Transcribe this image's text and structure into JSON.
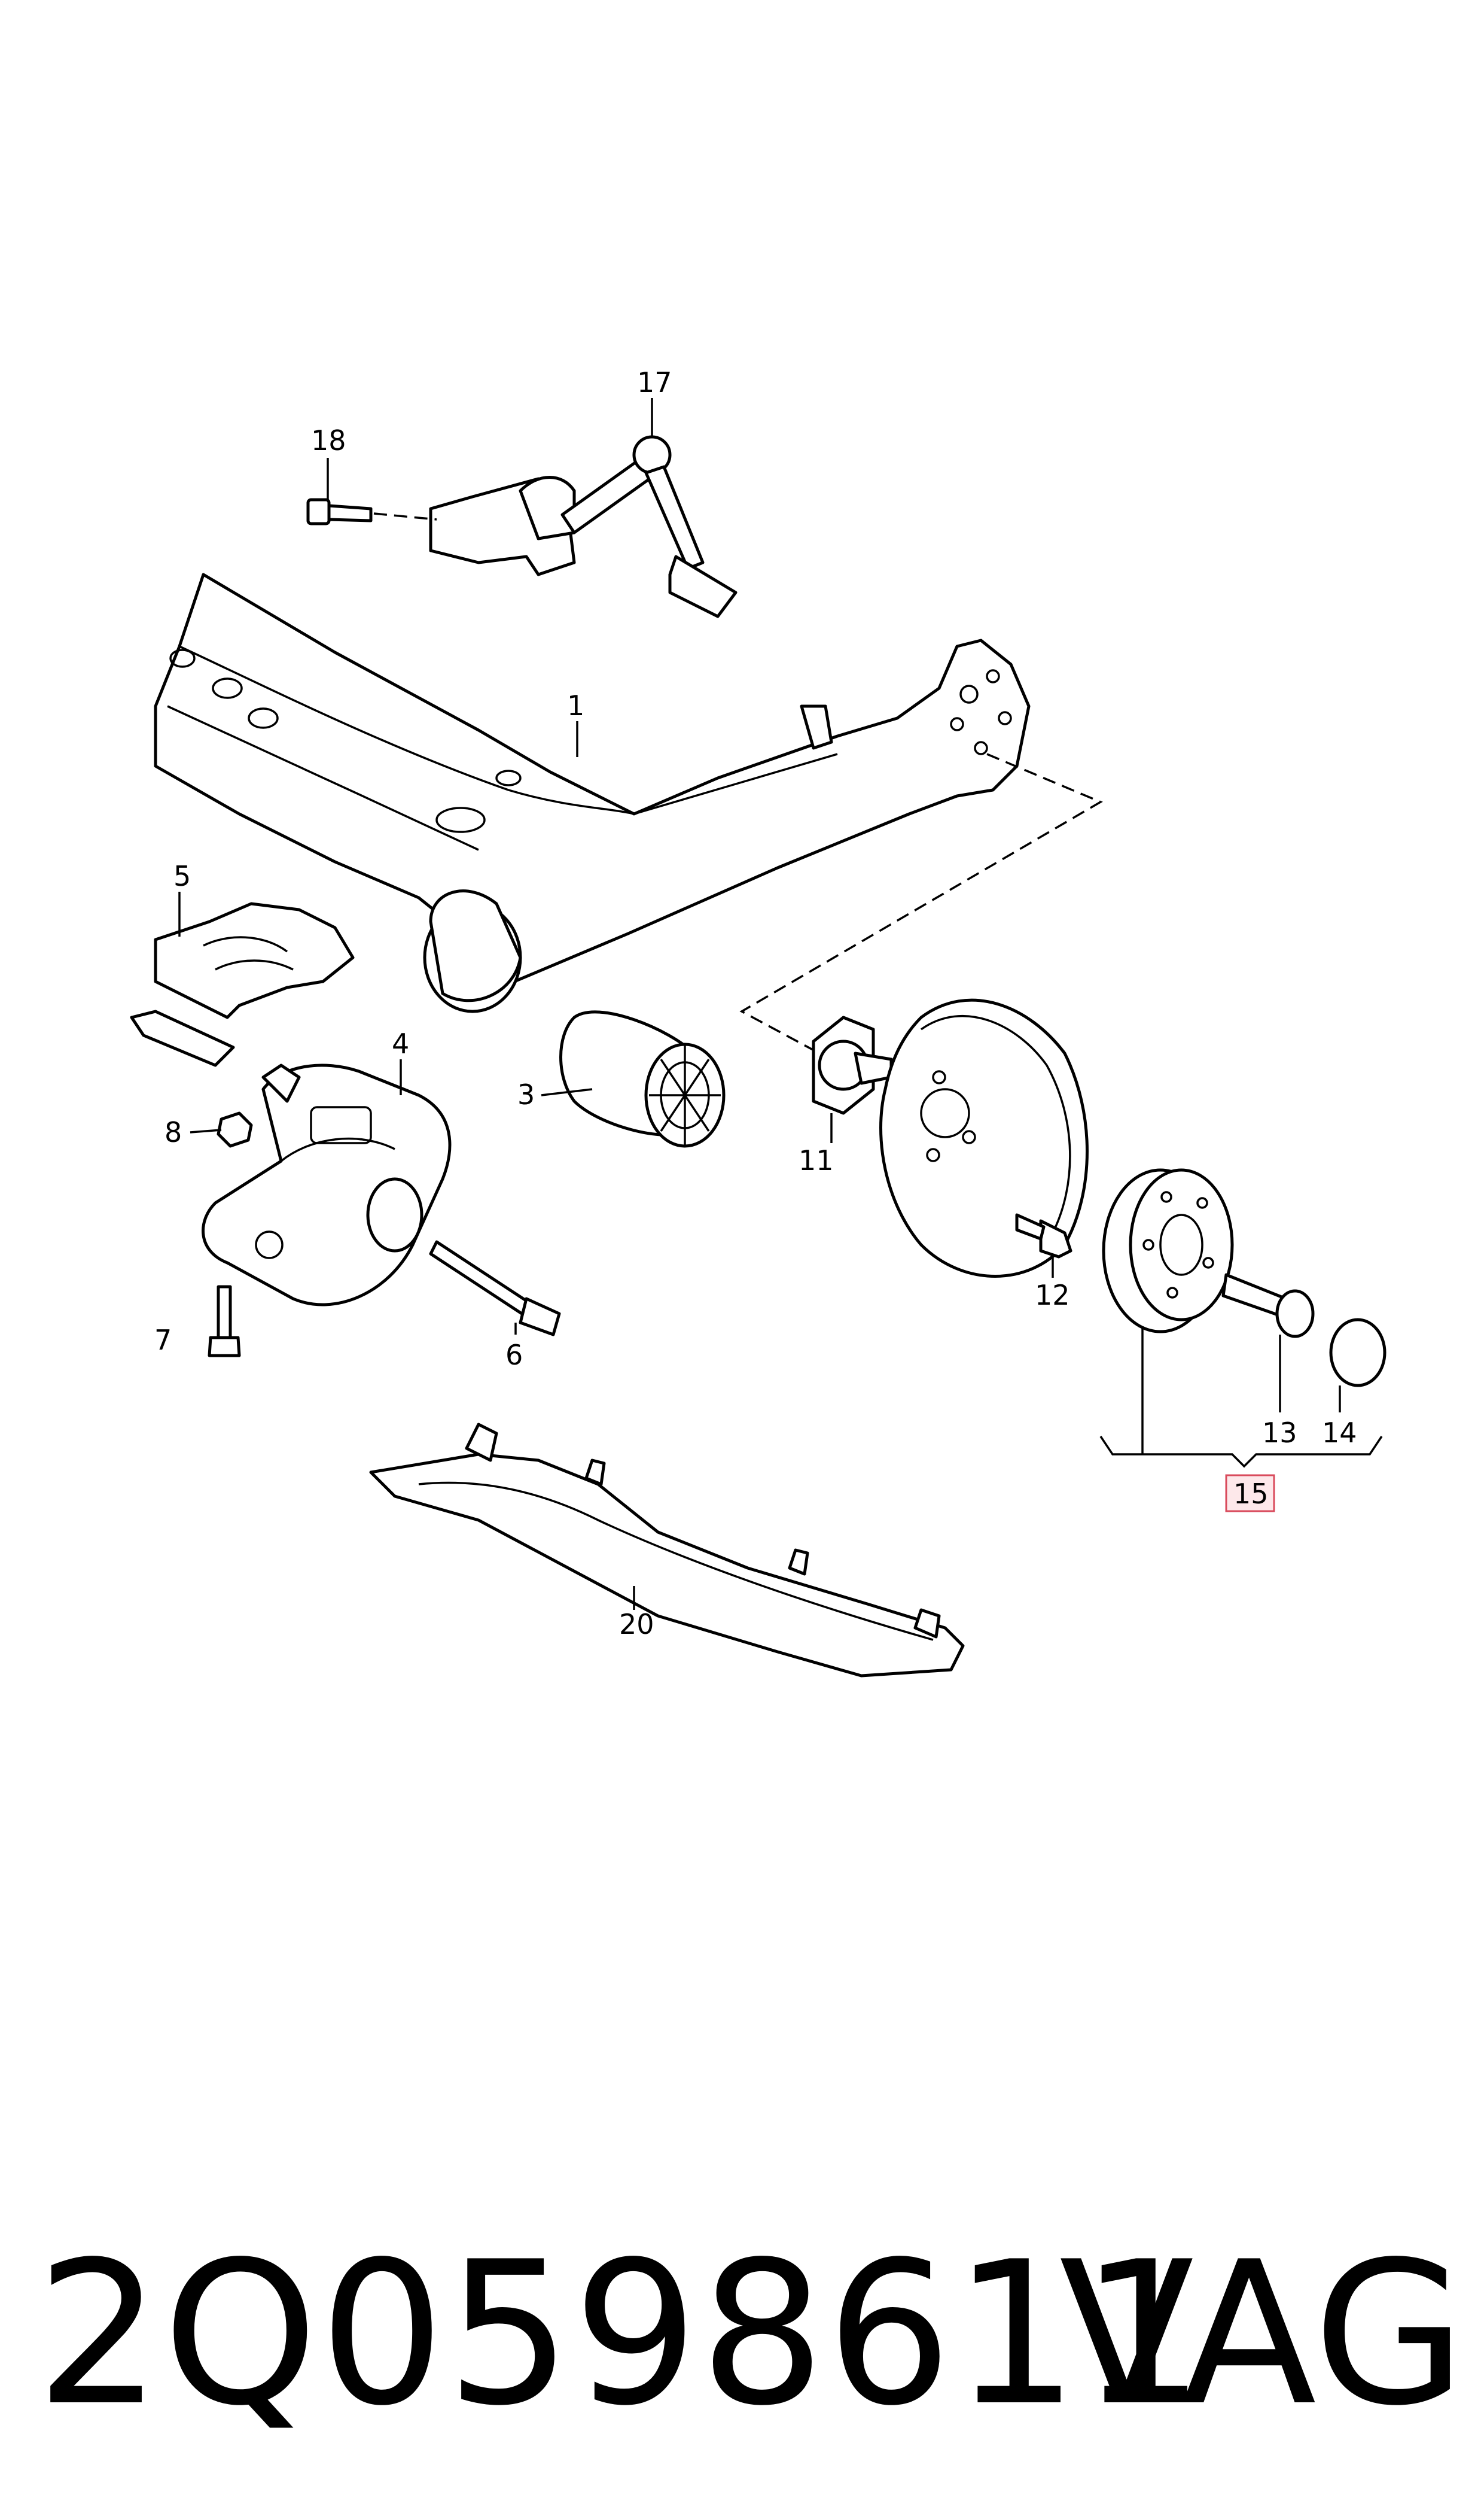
{
  "callouts": {
    "c1": "1",
    "c3": "3",
    "c4": "4",
    "c5": "5",
    "c6": "6",
    "c7": "7",
    "c8": "8",
    "c11": "11",
    "c12": "12",
    "c13": "13",
    "c14": "14",
    "c15": "15",
    "c17": "17",
    "c18": "18",
    "c20": "20"
  },
  "highlight_color": "#d94b5c",
  "footer": {
    "part_number": "2Q0598611",
    "brand": "VAG"
  }
}
